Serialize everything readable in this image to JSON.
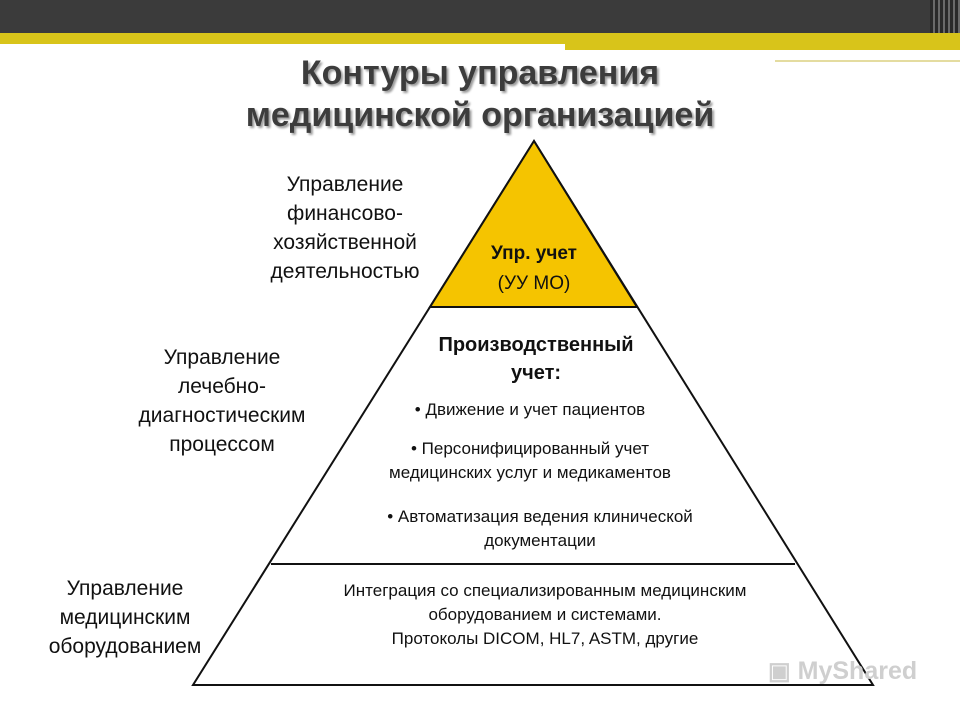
{
  "title": {
    "line1": "Контуры управления",
    "line2": "медицинской организацией"
  },
  "pyramid": {
    "apex_color": "#f5c400",
    "top": {
      "line1": "Упр. учет",
      "line2": "(УУ МО)"
    },
    "middle": {
      "heading1": "Производственный",
      "heading2": "учет:",
      "bullet1": "• Движение и учет пациентов",
      "bullet2_line1": "• Персонифицированный учет",
      "bullet2_line2": "медицинских услуг и медикаментов",
      "bullet3_line1": "• Автоматизация ведения клинической",
      "bullet3_line2": "документации"
    },
    "bottom": {
      "line1": "Интеграция со специализированным медицинским",
      "line2": "оборудованием и системами.",
      "line3": "Протоколы DICOM, HL7, ASTM, другие"
    }
  },
  "side_labels": {
    "finance": [
      "Управление",
      "финансово-",
      "хозяйственной",
      "деятельностью"
    ],
    "clinical": [
      "Управление",
      "лечебно-",
      "диагностическим",
      "процессом"
    ],
    "equipment": [
      "Управление",
      "медицинским",
      "оборудованием"
    ]
  },
  "watermark": "MyShared"
}
